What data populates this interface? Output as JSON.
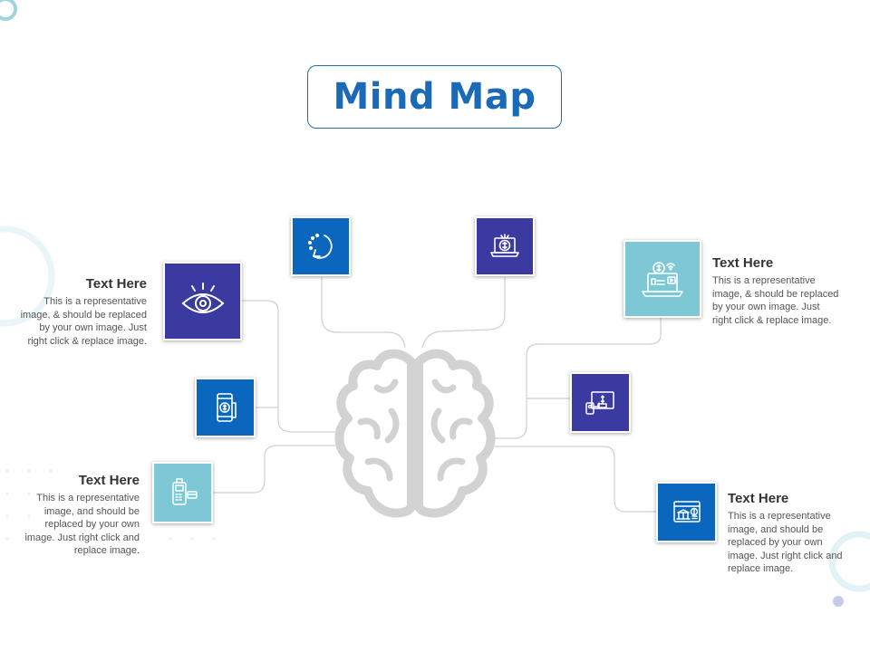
{
  "title": "Mind Map",
  "colors": {
    "title_blue": "#1a6ab8",
    "navy": "#3a3aa0",
    "blue": "#0b67be",
    "teal": "#7dc8d4",
    "connector": "#c8c8c8",
    "brain": "#d0d0d0"
  },
  "nodes": [
    {
      "id": "top-left",
      "icon": "refresh-arrow-icon",
      "color": "blue"
    },
    {
      "id": "top-right",
      "icon": "money-laptop-icon",
      "color": "navy"
    },
    {
      "id": "eye",
      "icon": "eye-icon",
      "color": "navy"
    },
    {
      "id": "mobile-payment",
      "icon": "mobile-payment-icon",
      "color": "blue"
    },
    {
      "id": "card-terminal",
      "icon": "card-terminal-icon",
      "color": "teal"
    },
    {
      "id": "online-finance",
      "icon": "online-finance-icon",
      "color": "teal"
    },
    {
      "id": "digital-display",
      "icon": "digital-display-icon",
      "color": "navy"
    },
    {
      "id": "online-banking",
      "icon": "online-banking-icon",
      "color": "blue"
    }
  ],
  "blocks": {
    "upper_left": {
      "heading": "Text Here",
      "body": "This is a representative image, & should be replaced by your own image. Just right click & replace image."
    },
    "lower_left": {
      "heading": "Text Here",
      "body": "This is a representative image, and should be replaced by your own image. Just right click and replace image."
    },
    "upper_right": {
      "heading": "Text Here",
      "body": "This is a representative image, & should be replaced by your own image. Just right click & replace image."
    },
    "lower_right": {
      "heading": "Text Here",
      "body": "This is a representative image, and should be replaced by your own image. Just right click and replace image."
    }
  },
  "center": {
    "icon": "brain-icon"
  }
}
